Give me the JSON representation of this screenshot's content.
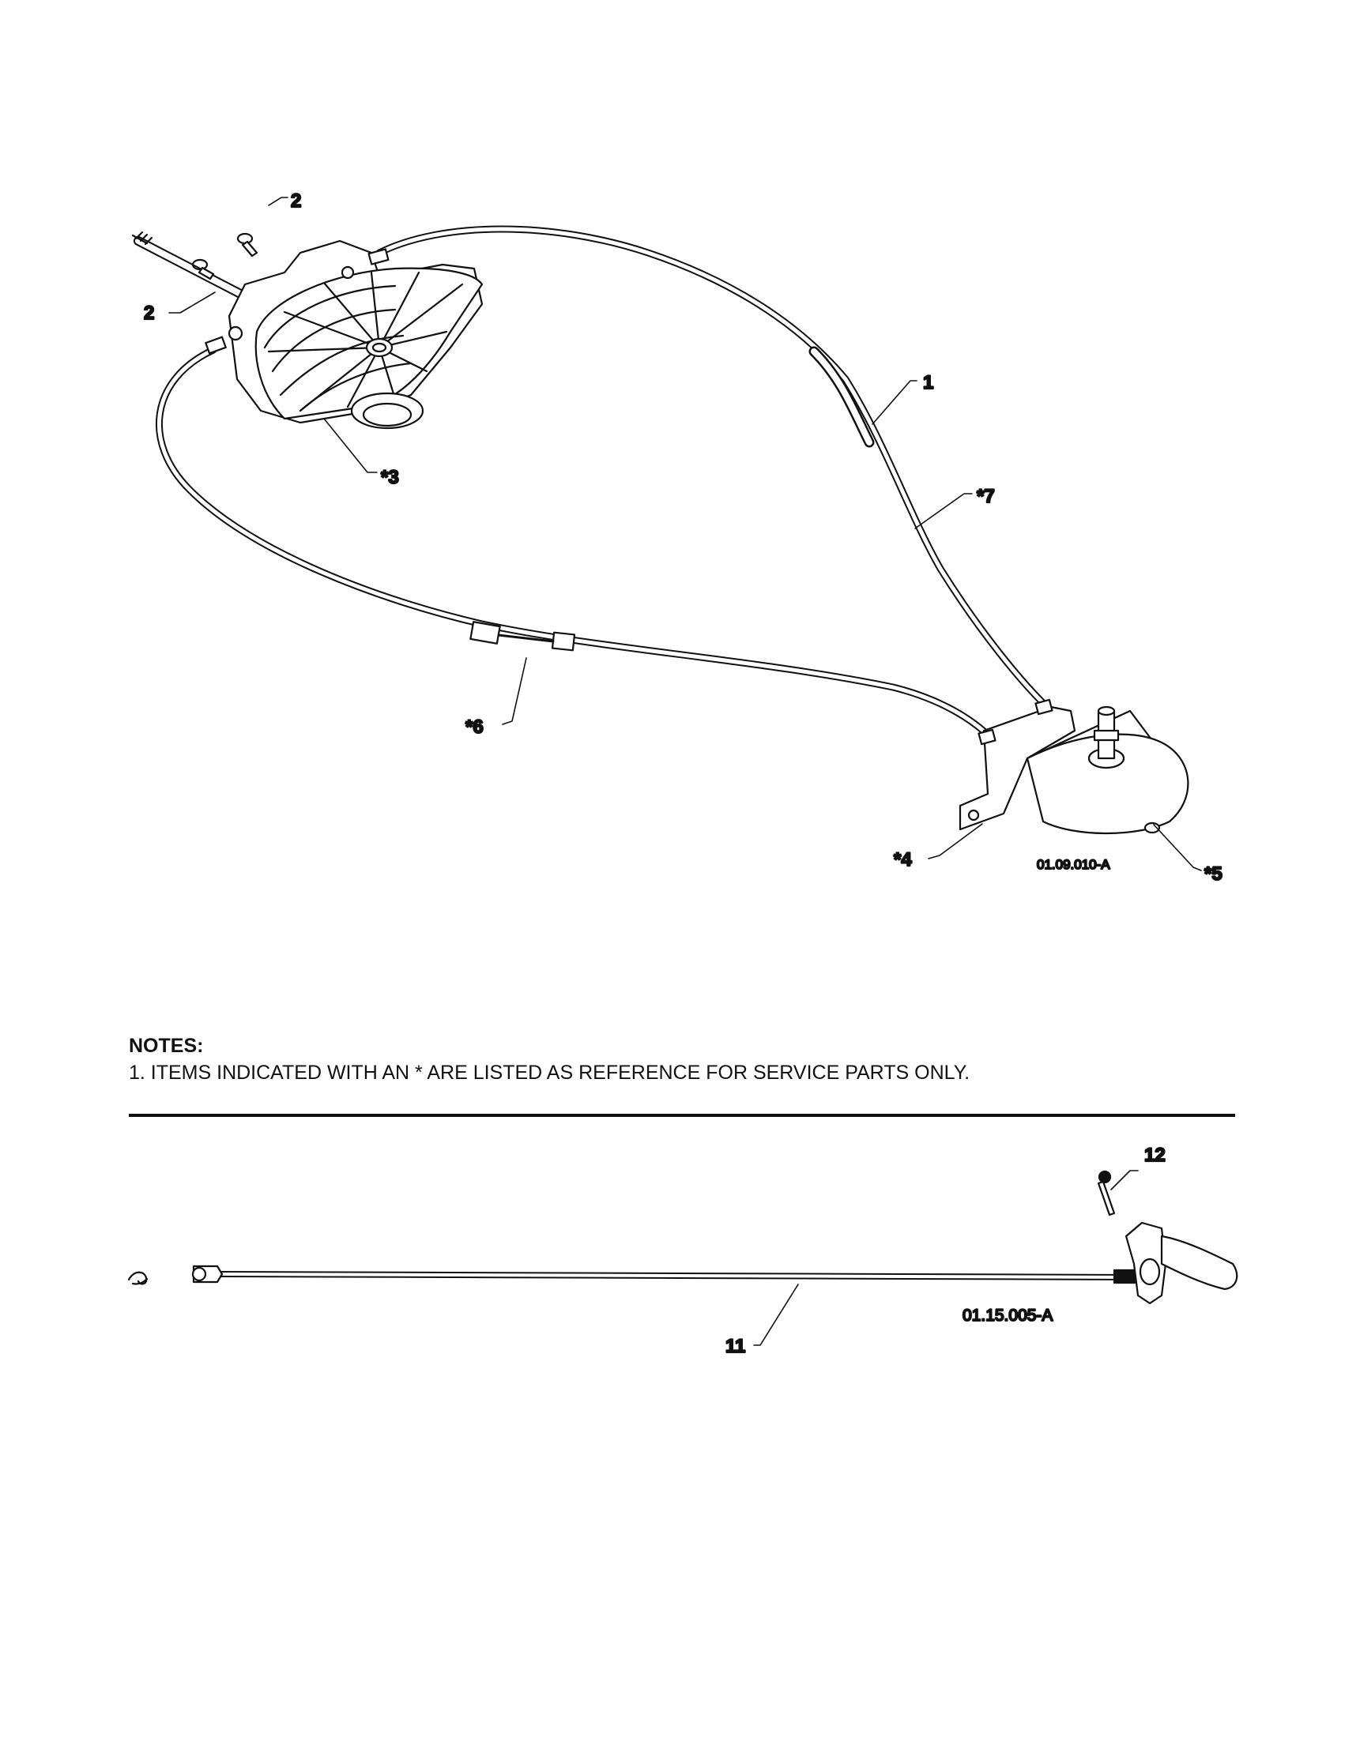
{
  "upper_assembly": {
    "callouts": {
      "c1": "1",
      "c2a": "2",
      "c2b": "2",
      "c3": "*3",
      "c4": "*4",
      "c5": "*5",
      "c6": "*6",
      "c7": "*7"
    },
    "figure_code": "01.09.010-A"
  },
  "notes": {
    "title": "NOTES:",
    "item1": "1. ITEMS INDICATED WITH AN * ARE LISTED AS REFERENCE FOR SERVICE PARTS ONLY."
  },
  "lower_assembly": {
    "callouts": {
      "c11": "11",
      "c12": "12"
    },
    "figure_code": "01.15.005-A"
  }
}
